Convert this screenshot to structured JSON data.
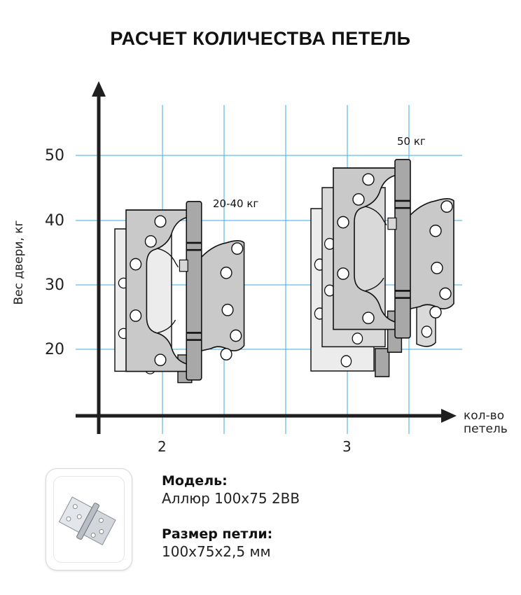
{
  "title": "РАСЧЕТ КОЛИЧЕСТВА ПЕТЕЛЬ",
  "colors": {
    "grid": "#39aee6",
    "axis": "#1f1f1f",
    "hinge_light": "#ececec",
    "hinge_mid": "#c9c9c9",
    "hinge_dark": "#a8a8a8",
    "outline": "#111111"
  },
  "axes": {
    "y_label": "Вес двери, кг",
    "y_ticks": [
      "50",
      "40",
      "30",
      "20"
    ],
    "x_label_line1": "кол-во",
    "x_label_line2": "петель",
    "x_ticks": [
      "2",
      "3"
    ]
  },
  "annotations": {
    "two_hinges": "20-40 кг",
    "three_hinges": "50 кг"
  },
  "product": {
    "model_label": "Модель:",
    "model_value": "Аллюр 100х75 2ВВ",
    "size_label": "Размер петли:",
    "size_value": "100х75х2,5 мм",
    "image_icon": "hinge-photo-icon"
  }
}
